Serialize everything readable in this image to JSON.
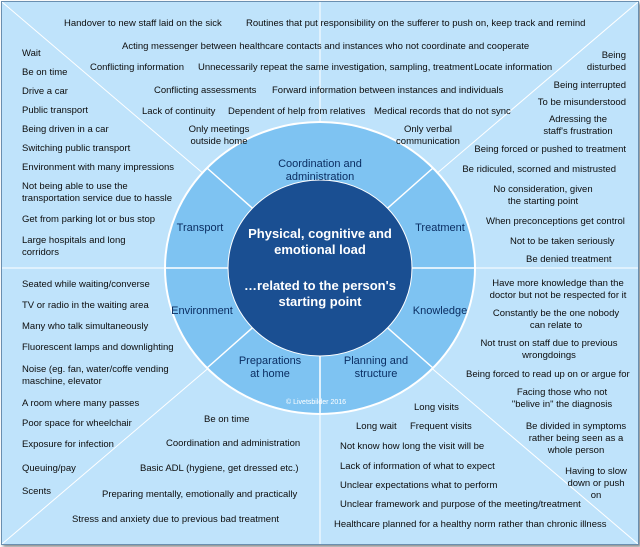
{
  "top_items": [
    "Handover to new staff laid on the sick",
    "Routines that put responsibility on the sufferer to push on, keep track and remind",
    "Acting messenger between healthcare contacts and instances who not coordinate and cooperate",
    "Conflicting information",
    "Unnecessarily repeat the same investigation, sampling, treatment",
    "Locate information",
    "Conflicting assessments",
    "Forward information between instances and individuals",
    "Lack of continuity",
    "Dependent of help from relatives",
    "Medical records that do not sync",
    "Only meetings outside home",
    "Only verbal communication"
  ],
  "left_upper_items": [
    "Wait",
    "Be on time",
    "Drive a car",
    "Public transport",
    "Being driven in a car",
    "Switching public transport",
    "Environment with many impressions",
    "Not being able to use the transportation service due to hassle",
    "Get from parking lot or bus stop",
    "Large hospitals and long corridors"
  ],
  "right_upper_items": [
    "Being disturbed",
    "Being interrupted",
    "To be misunderstood",
    "Adressing the staff's frustration",
    "Being forced or pushed to treatment",
    "Be ridiculed,  scorned and mistrusted",
    "No consideration, given the starting point",
    "When preconceptions get control",
    "Not to be taken seriously",
    "Be denied treatment"
  ],
  "left_lower_items": [
    "Seated while waiting/converse",
    "TV or radio in the waiting area",
    "Many who talk simultaneously",
    "Fluorescent lamps and downlighting",
    "Noise (eg. fan, water/coffe vending maschine, elevator",
    "A room where many passes",
    "Poor space for wheelchair",
    "Exposure for infection",
    "Queuing/pay",
    "Scents"
  ],
  "right_lower_items": [
    "Have more knowledge than the doctor but not be respected for it",
    "Constantly be the one nobody can relate to",
    "Not trust on staff due to previous wrongdoings",
    "Being forced to read up on or argue for",
    "Facing those who not \"belive in\" the diagnosis",
    "Be divided in symptoms rather being seen as a whole person",
    "Having to slow down or push on"
  ],
  "bottom_left_items": [
    "Be on time",
    "Coordination and administration",
    "Basic ADL (hygiene, get dressed etc.)",
    "Preparing mentally, emotionally and practically",
    "Stress and anxiety due to previous bad treatment"
  ],
  "bottom_right_items": [
    "Long visits",
    "Long wait",
    "Frequent visits",
    "Not know how long the visit will be",
    "Lack of information of what to expect",
    "Unclear expectations what to perform",
    "Unclear framework and purpose of the meeting/treatment",
    "Healthcare planned for a healthy norm rather than chronic illness"
  ],
  "segments": {
    "coordination": "Coordination and administration",
    "transport": "Transport",
    "treatment": "Treatment",
    "environment": "Environment",
    "knowledge": "Knowledge",
    "preparations": "Preparations at home",
    "planning": "Planning and structure"
  },
  "center": {
    "line1": "Physical, cognitive and emotional load",
    "line2": "…related to the person's starting point"
  },
  "copyright": "© Livetsbilder 2016",
  "colors": {
    "background": "#bfe3fb",
    "outer_ring": "#7ec3f2",
    "ring_stroke": "#ffffff",
    "inner_ellipse": "#1a4f92",
    "segment_text": "#0b2e62"
  }
}
